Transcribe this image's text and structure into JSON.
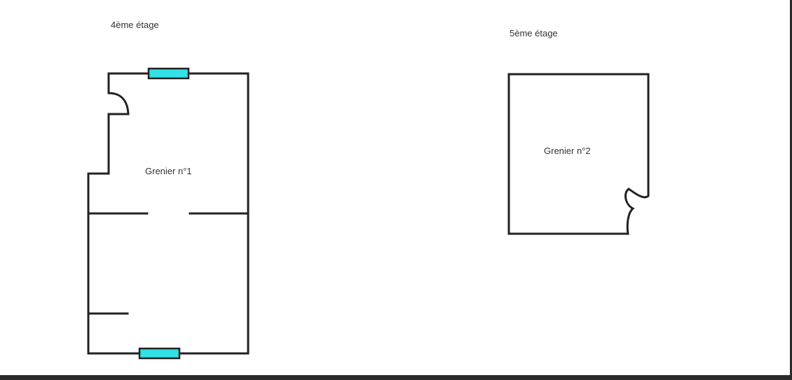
{
  "floors": [
    {
      "floor_label": "4ème étage",
      "room_label": "Grenier n°1"
    },
    {
      "floor_label": "5ème étage",
      "room_label": "Grenier n°2"
    }
  ],
  "colors": {
    "background": "#ffffff",
    "frame": "#2b2b2b",
    "wall": "#222222",
    "window": "#33e0e6"
  }
}
